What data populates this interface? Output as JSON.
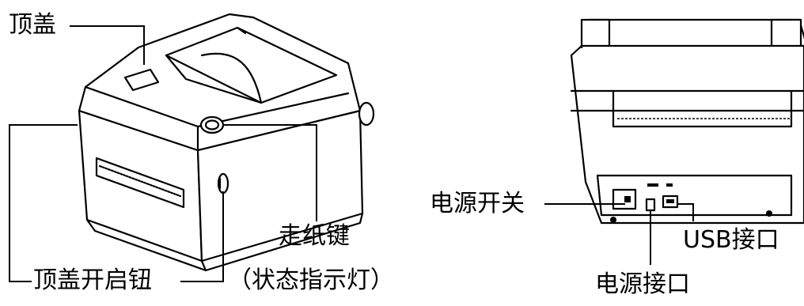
{
  "labels": {
    "top_cover": "顶盖",
    "cover_open_button": "顶盖开启钮",
    "feed_key_line1": "走纸键",
    "feed_key_line2": "（状态指示灯）",
    "power_switch": "电源开关",
    "usb_port": "USB接口",
    "power_port": "电源接口"
  }
}
